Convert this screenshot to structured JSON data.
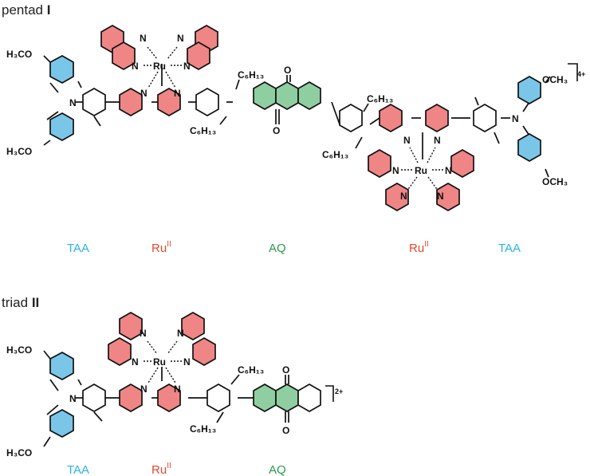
{
  "colors": {
    "taa": "#7ac6e8",
    "ru_ring": "#ef8585",
    "aq": "#8fcea0",
    "phenyl": "#ffffff",
    "taa_label": "#29b5e0",
    "ru_label": "#e04a2a",
    "aq_label": "#2a9a4c"
  },
  "pentad": {
    "title": "pentad",
    "number": "I",
    "charge": "4+",
    "labels": {
      "taa_left": "TAA",
      "ru_left": "Ru",
      "ru_left_sup": "II",
      "aq": "AQ",
      "ru_right": "Ru",
      "ru_right_sup": "II",
      "taa_right": "TAA"
    },
    "atoms": {
      "ome_left_top": "H₃CO",
      "ome_left_bottom": "H₃CO",
      "n_taa_left": "N",
      "ru_left": "Ru",
      "ru_left_n_topleft": "N",
      "ru_left_n_topright": "N",
      "ru_left_n_left": "N",
      "ru_left_n_right": "N",
      "ru_left_n_bottomleft": "N",
      "ru_left_n_bottomright": "N",
      "hexyl_1": "C₆H₁₃",
      "hexyl_2": "C₆H₁₃",
      "o_aq_top": "O",
      "o_aq_bottom": "O",
      "hexyl_3": "C₆H₁₃",
      "hexyl_4": "C₆H₁₃",
      "ru_right": "Ru",
      "ru_right_n_topleft": "N",
      "ru_right_n_topright": "N",
      "ru_right_n_left": "N",
      "ru_right_n_right": "N",
      "ru_right_n_bottomleft": "N",
      "ru_right_n_bottomright": "N",
      "n_taa_right": "N",
      "ome_right_top": "OCH₃",
      "ome_right_bottom": "OCH₃"
    }
  },
  "triad": {
    "title": "triad",
    "number": "II",
    "charge": "2+",
    "labels": {
      "taa": "TAA",
      "ru": "Ru",
      "ru_sup": "II",
      "aq": "AQ"
    },
    "atoms": {
      "ome_top": "H₃CO",
      "ome_bottom": "H₃CO",
      "n_taa": "N",
      "ru": "Ru",
      "ru_n_topleft": "N",
      "ru_n_topright": "N",
      "ru_n_left": "N",
      "ru_n_right": "N",
      "ru_n_bottomleft": "N",
      "ru_n_bottomright": "N",
      "hexyl_1": "C₆H₁₃",
      "hexyl_2": "C₆H₁₃",
      "o_aq_top": "O",
      "o_aq_bottom": "O"
    }
  }
}
